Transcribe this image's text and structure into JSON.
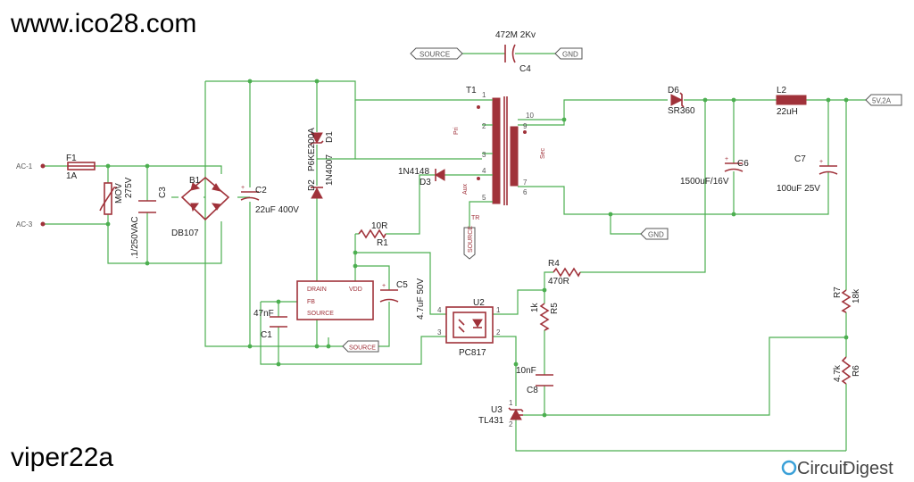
{
  "header": {
    "site": "www.ico28.com"
  },
  "footer": {
    "chip_name": "viper22a",
    "brand_a": "Circuit",
    "brand_b": "Digest"
  },
  "nets": {
    "ac1": "AC-1",
    "ac3": "AC-3",
    "source": "SOURCE",
    "gnd": "GND",
    "out": "5V,2A"
  },
  "parts": {
    "F1": {
      "ref": "F1",
      "value": "1A"
    },
    "MOV": {
      "ref": "MOV",
      "value": "275V"
    },
    "C3": {
      "ref": "C3",
      "value": ".1/250VAC"
    },
    "B1": {
      "ref": "B1",
      "value": "DB107"
    },
    "C2": {
      "ref": "C2",
      "value": "22uF 400V"
    },
    "D1": {
      "ref": "D1",
      "value": "P6KE200A"
    },
    "D2": {
      "ref": "D2",
      "value": "1N4007"
    },
    "R1": {
      "ref": "R1",
      "value": "10R"
    },
    "D3": {
      "ref": "D3",
      "value": "1N4148"
    },
    "T1": {
      "ref": "T1",
      "pri": "Pri",
      "sec": "Sec",
      "aux": "Aux",
      "tr": "TR"
    },
    "C4": {
      "ref": "C4",
      "value": "472M 2Kv"
    },
    "D6": {
      "ref": "D6",
      "value": "SR360"
    },
    "L2": {
      "ref": "L2",
      "value": "22uH"
    },
    "C6": {
      "ref": "C6",
      "value": "1500uF/16V"
    },
    "C7": {
      "ref": "C7",
      "value": "100uF 25V"
    },
    "IC": {
      "drain": "DRAIN",
      "vdd": "VDD",
      "fb": "FB",
      "source": "SOURCE"
    },
    "C1": {
      "ref": "C1",
      "value": "47nF"
    },
    "C5": {
      "ref": "C5",
      "value": "4.7uF 50V"
    },
    "U2": {
      "ref": "U2",
      "value": "PC817"
    },
    "R4": {
      "ref": "R4",
      "value": "470R"
    },
    "R5": {
      "ref": "R5",
      "value": "1k"
    },
    "C8": {
      "ref": "C8",
      "value": "10nF"
    },
    "U3": {
      "ref": "U3",
      "value": "TL431"
    },
    "R7": {
      "ref": "R7",
      "value": "18k"
    },
    "R6": {
      "ref": "R6",
      "value": "4.7k"
    }
  },
  "pins": {
    "t1": [
      "1",
      "2",
      "3",
      "4",
      "5",
      "10",
      "9",
      "7",
      "6"
    ],
    "u2": [
      "4",
      "3",
      "1",
      "2"
    ],
    "u3": [
      "1",
      "2"
    ]
  },
  "colors": {
    "wire": "#4caf50",
    "part": "#a0323a",
    "brand_c": "#3aa0d8"
  }
}
